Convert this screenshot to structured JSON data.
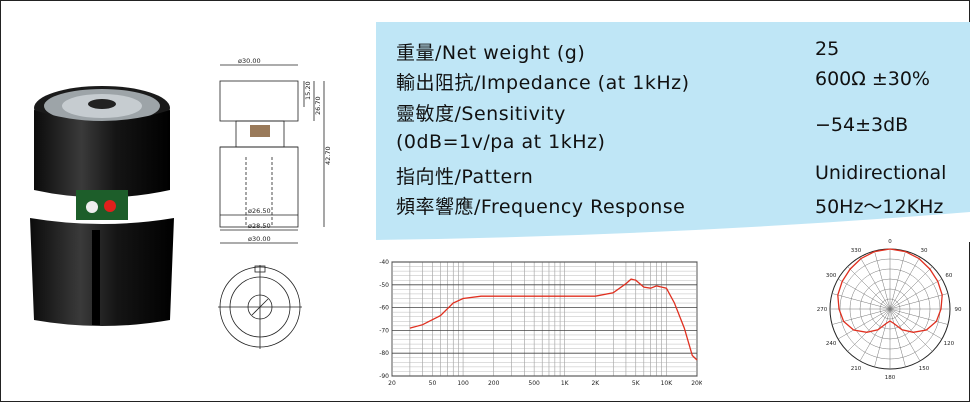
{
  "specs": [
    {
      "label": "重量/Net weight (g)",
      "value": "25"
    },
    {
      "label": "輸出阻抗/Impedance (at 1kHz)",
      "value": "600Ω ±30%"
    },
    {
      "label": "靈敏度/Sensitivity",
      "value": "−54±3dB"
    },
    {
      "label": "(0dB=1v/pa at 1kHz)",
      "value": ""
    },
    {
      "label": "指向性/Pattern",
      "value": "Unidirectional"
    },
    {
      "label": "頻率響應/Frequency Response",
      "value": "50Hz～12KHz"
    }
  ],
  "dimensions": {
    "top_dia": "ø30.00",
    "h1": "15.20",
    "h2": "26.70",
    "h3": "42.70",
    "d1": "ø26.50",
    "d2": "ø28.50",
    "d3": "ø30.00"
  },
  "chart_data": [
    {
      "type": "line",
      "title": "",
      "xlabel": "",
      "ylabel": "",
      "x_scale": "log",
      "x_ticks": [
        "20",
        "50",
        "100",
        "200",
        "500",
        "1K",
        "2K",
        "5K",
        "10K",
        "20K"
      ],
      "y_ticks": [
        "-40",
        "-50",
        "-60",
        "-70",
        "-80",
        "-90"
      ],
      "ylim": [
        -90,
        -40
      ],
      "xlim": [
        20,
        20000
      ],
      "grid": true,
      "series": [
        {
          "color": "#e03020",
          "x": [
            30,
            40,
            60,
            80,
            100,
            150,
            200,
            500,
            1000,
            2000,
            3000,
            4000,
            4500,
            5000,
            6000,
            7000,
            8000,
            9000,
            10000,
            12000,
            15000,
            18000,
            20000
          ],
          "y": [
            -69,
            -67.5,
            -63.5,
            -58,
            -56,
            -55,
            -55,
            -55,
            -55,
            -55,
            -53.5,
            -49.5,
            -47.5,
            -48,
            -51,
            -51.5,
            -50.5,
            -51,
            -51.5,
            -58,
            -69,
            -81,
            -83
          ]
        }
      ]
    },
    {
      "type": "polar",
      "title": "",
      "angle_ticks": [
        "0",
        "30",
        "60",
        "90",
        "120",
        "150",
        "180",
        "210",
        "240",
        "270",
        "300",
        "330"
      ],
      "grid": true,
      "series": [
        {
          "color": "#e03020",
          "angles": [
            0,
            15,
            30,
            45,
            60,
            75,
            90,
            105,
            120,
            135,
            150,
            165,
            180,
            195,
            210,
            225,
            240,
            255,
            270,
            285,
            300,
            315,
            330,
            345
          ],
          "radius": [
            1.0,
            0.99,
            0.97,
            0.94,
            0.92,
            0.9,
            0.85,
            0.8,
            0.7,
            0.55,
            0.4,
            0.25,
            0.2,
            0.25,
            0.4,
            0.55,
            0.7,
            0.8,
            0.85,
            0.9,
            0.92,
            0.94,
            0.97,
            0.99
          ]
        }
      ]
    }
  ]
}
